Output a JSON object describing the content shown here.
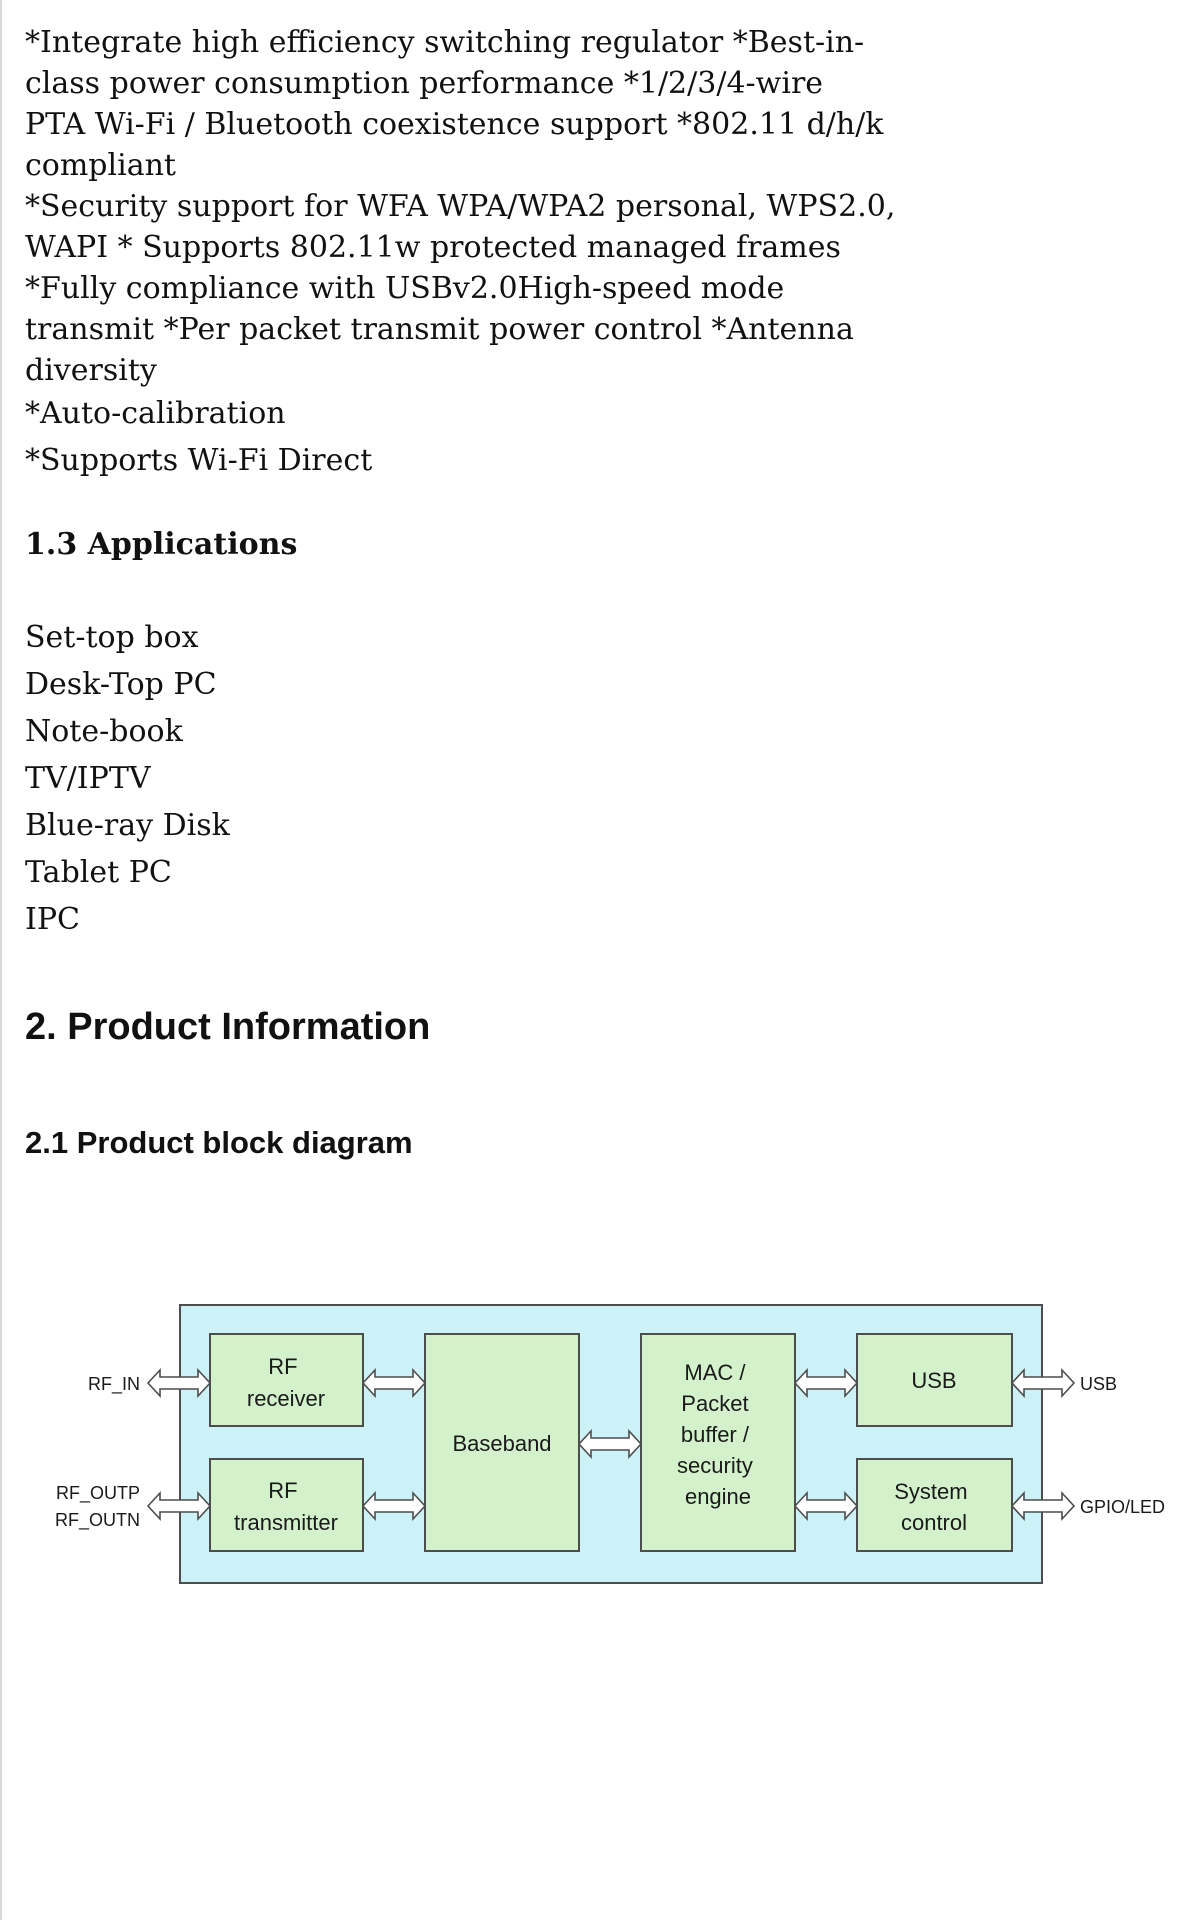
{
  "features": [
    "*Integrate high efficiency switching regulator *Best-in-",
    "class power consumption performance *1/2/3/4-wire",
    "PTA Wi-Fi / Bluetooth coexistence support *802.11 d/h/k",
    "compliant",
    "*Security support for WFA WPA/WPA2 personal, WPS2.0,",
    "WAPI * Supports 802.11w protected managed frames",
    "*Fully compliance with USBv2.0High-speed mode",
    "transmit *Per packet transmit power control *Antenna",
    "diversity",
    "*Auto-calibration",
    "*Supports Wi-Fi Direct"
  ],
  "applications": {
    "heading": "1.3 Applications",
    "items": [
      "Set-top box",
      "Desk-Top PC",
      "Note-book",
      "TV/IPTV",
      "Blue-ray Disk",
      "Tablet PC",
      "IPC"
    ]
  },
  "product_info_heading": "2. Product Information",
  "block_diagram": {
    "heading": "2.1 Product block diagram",
    "colors": {
      "background": "#ccf2f7",
      "block": "#d3f2cc",
      "border": "#4d4d4d"
    },
    "external_labels": {
      "rf_in": "RF_IN",
      "rf_outp": "RF_OUTP",
      "rf_outn": "RF_OUTN",
      "usb": "USB",
      "gpio_led": "GPIO/LED"
    },
    "blocks": {
      "rf_receiver": [
        "RF",
        "receiver"
      ],
      "rf_transmitter": [
        "RF",
        "transmitter"
      ],
      "baseband": [
        "Baseband"
      ],
      "mac": [
        "MAC /",
        "Packet",
        "buffer /",
        "security",
        "engine"
      ],
      "usb": [
        "USB"
      ],
      "system_control": [
        "System",
        "control"
      ]
    }
  }
}
